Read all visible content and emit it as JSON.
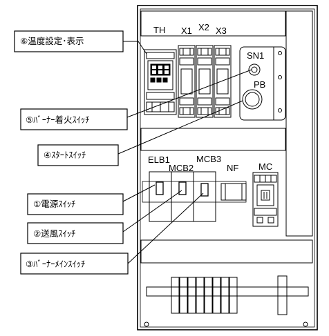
{
  "callouts": [
    {
      "id": "6",
      "text": "⑥温度設定･表示"
    },
    {
      "id": "5",
      "text": "⑤ﾊﾞｰﾅｰ着火ｽｲｯﾁ"
    },
    {
      "id": "4",
      "text": "④ｽﾀｰﾄｽｲｯﾁ"
    },
    {
      "id": "1",
      "text": "①電源ｽｲｯﾁ"
    },
    {
      "id": "2",
      "text": "②送風ｽｲｯﾁ"
    },
    {
      "id": "3",
      "text": "③ﾊﾞｰﾅｰﾒｲﾝｽｲｯﾁ"
    }
  ],
  "components": {
    "th": "TH",
    "x1": "X1",
    "x2": "X2",
    "x3": "X3",
    "sn1": "SN1",
    "pb": "PB",
    "elb1": "ELB1",
    "mcb2": "MCB2",
    "mcb3": "MCB3",
    "nf": "NF",
    "mc": "MC"
  },
  "colors": {
    "line": "#000000",
    "background": "#ffffff"
  }
}
